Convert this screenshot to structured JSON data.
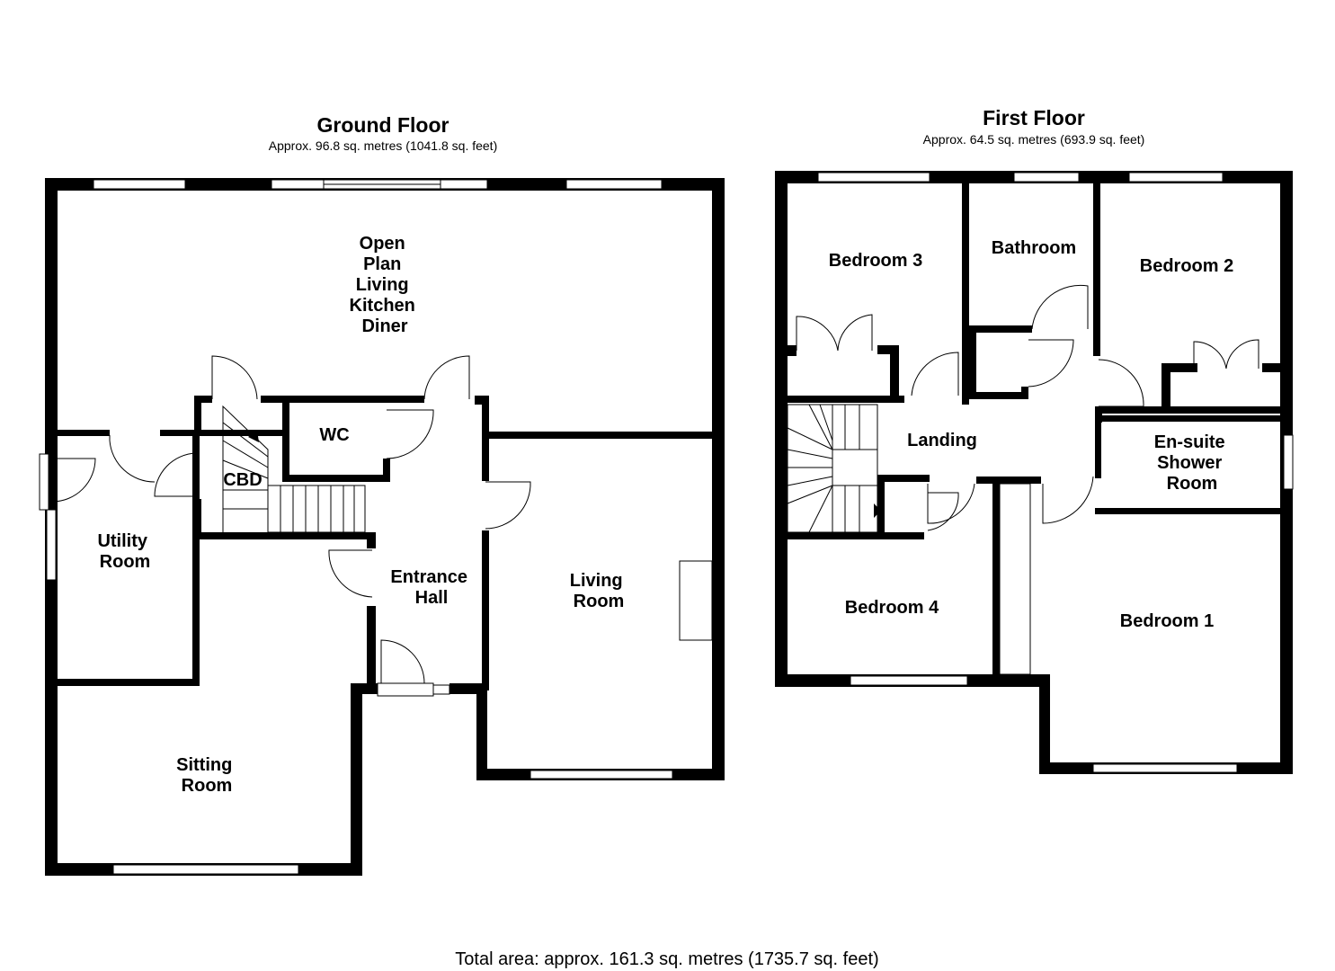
{
  "ground_floor": {
    "title": "Ground Floor",
    "area": "Approx. 96.8 sq. metres (1041.8 sq. feet)",
    "rooms": {
      "open_plan": [
        "Open",
        "Plan",
        "Living",
        "Kitchen",
        "Diner"
      ],
      "wc": "WC",
      "cbd": "CBD",
      "utility": [
        "Utility",
        "Room"
      ],
      "entrance_hall": [
        "Entrance",
        "Hall"
      ],
      "living_room": [
        "Living",
        "Room"
      ],
      "sitting_room": [
        "Sitting",
        "Room"
      ]
    }
  },
  "first_floor": {
    "title": "First Floor",
    "area": "Approx. 64.5 sq. metres (693.9 sq. feet)",
    "rooms": {
      "bedroom3": "Bedroom 3",
      "bathroom": "Bathroom",
      "bedroom2": "Bedroom 2",
      "landing": "Landing",
      "ensuite": [
        "En-suite",
        "Shower",
        "Room"
      ],
      "bedroom4": "Bedroom 4",
      "bedroom1": "Bedroom 1"
    }
  },
  "total_area": "Total area: approx. 161.3 sq. metres (1735.7 sq. feet)"
}
